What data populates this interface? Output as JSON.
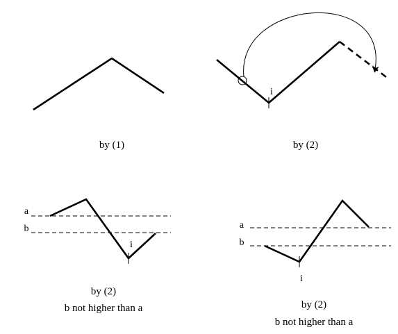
{
  "panels": [
    {
      "caption": "by (1)"
    },
    {
      "caption": "by (2)",
      "marker": "i"
    },
    {
      "caption": "by (2)",
      "subcaption": "b not higher than a",
      "marker": "i",
      "level_a": "a",
      "level_b": "b"
    },
    {
      "caption": "by (2)",
      "subcaption": "b not higher than a",
      "marker": "i",
      "level_a": "a",
      "level_b": "b"
    }
  ]
}
